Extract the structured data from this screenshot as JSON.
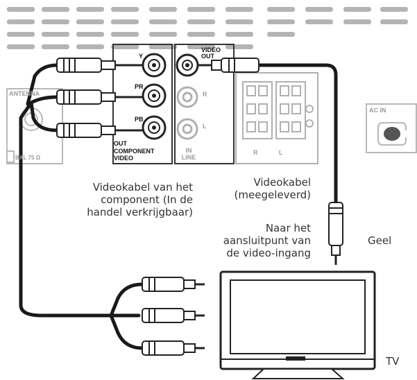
{
  "panel": {
    "jack_y": "Y",
    "jack_pr": "PR",
    "jack_pb": "PB",
    "out": "OUT",
    "component_video": "COMPONENT\nVIDEO",
    "video_out": "VIDEO\nOUT",
    "audio_r": "R",
    "audio_l": "L",
    "in_line": "IN\nLINE",
    "antenna": "ANTENNA",
    "antenna_sub": "BAL 75 Ω",
    "speaker_r": "R",
    "speaker_l": "L",
    "ac_in": "AC IN"
  },
  "labels": {
    "component_cable": "Videokabel van het\ncomponent (In de\nhandel verkrijgbaar)",
    "video_cable": "Videokabel\n(meegeleverd)",
    "to_video_input": "Naar het\naansluitpunt van\nde video-ingang",
    "yellow": "Geel",
    "tv": "TV"
  }
}
